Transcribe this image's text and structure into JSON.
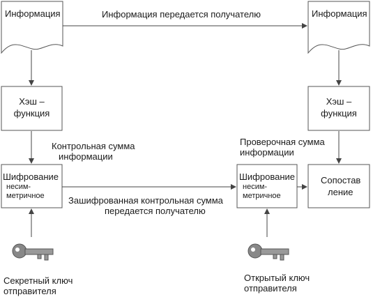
{
  "top_arrow_label": "Информация передается получателю",
  "left": {
    "doc_label": "Информация",
    "hash_line1": "Хэш –",
    "hash_line2": "функция",
    "checksum_line1": "Контрольная сумма",
    "checksum_line2": "информации",
    "encrypt_line1": "Шифрование",
    "encrypt_line2": "несим-",
    "encrypt_line3": "метричное",
    "key_line1": "Секретный ключ",
    "key_line2": "отправителя",
    "key_icon": "key-icon"
  },
  "middle_arrow_label_line1": "Зашифрованная контрольная сумма",
  "middle_arrow_label_line2": "передается получателю",
  "right": {
    "doc_label": "Информация",
    "hash_line1": "Хэш –",
    "hash_line2": "функция",
    "verify_line1": "Проверочная сумма",
    "verify_line2": "информации",
    "encrypt_line1": "Шифрование",
    "encrypt_line2": "несим-",
    "encrypt_line3": "метричное",
    "compare_line1": "Сопостав",
    "compare_line2": "ление",
    "key_line1": "Открытый ключ",
    "key_line2": "отправителя",
    "key_icon": "key-icon"
  }
}
